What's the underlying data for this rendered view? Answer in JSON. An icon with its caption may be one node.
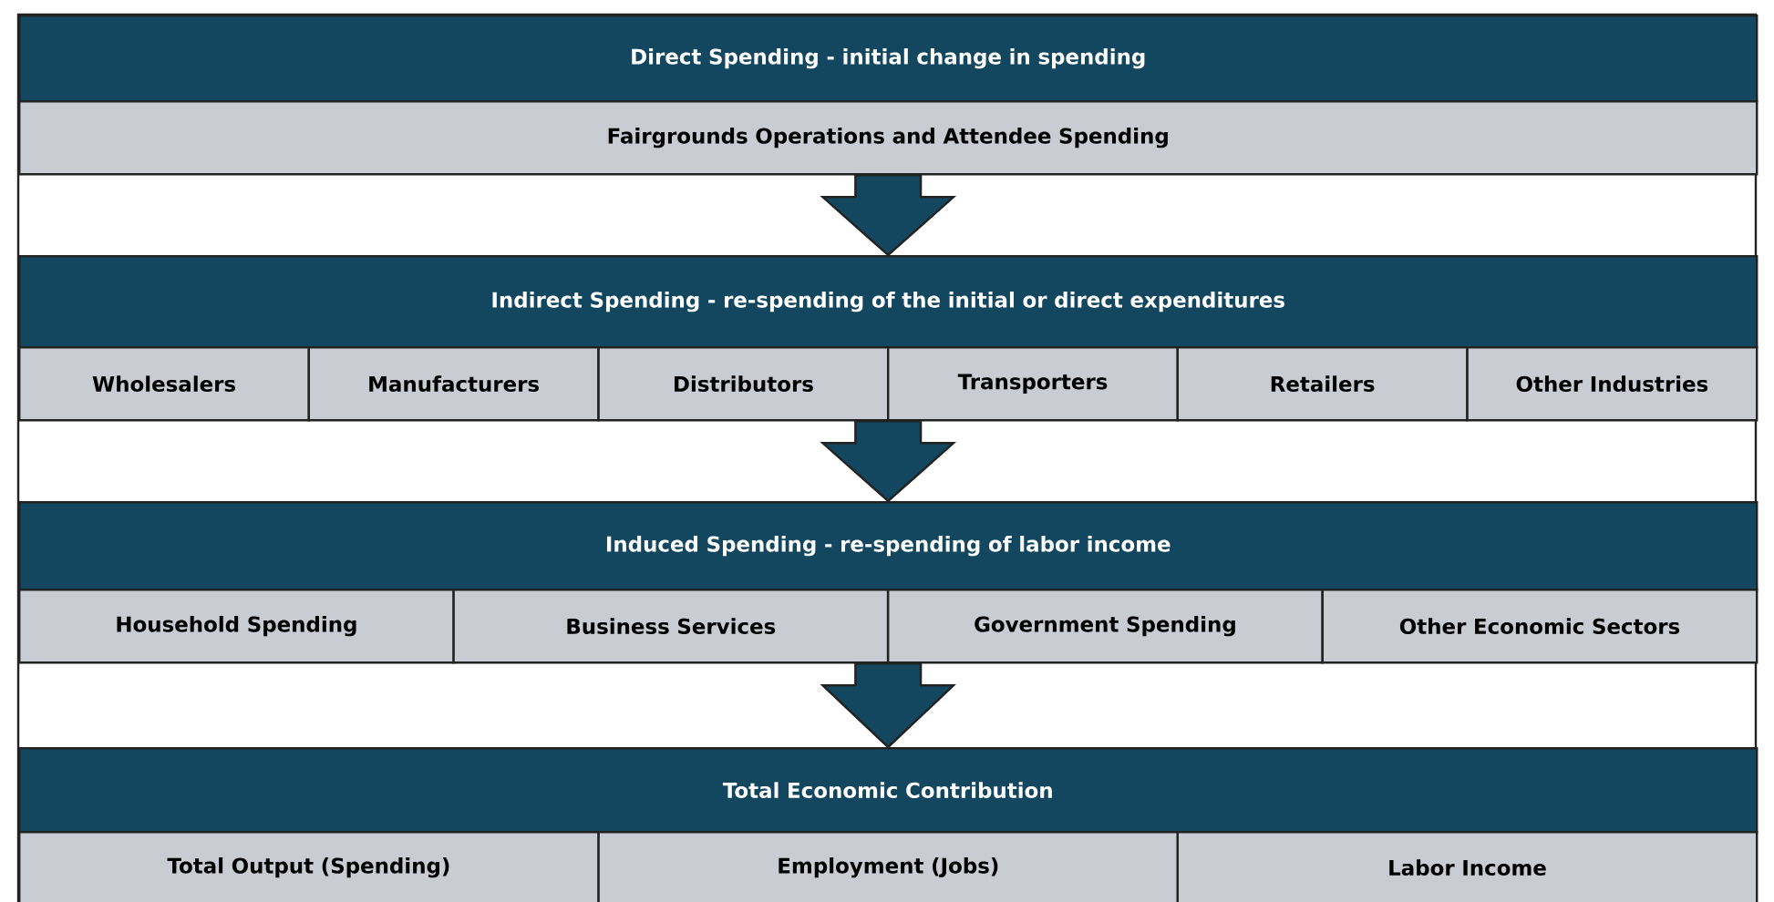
{
  "diagram": {
    "nodes": [
      {
        "text": [
          "Direct Spending - initial change in spending"
        ]
      },
      {
        "text": [
          "Fairgrounds Operations and Attendee Spending"
        ]
      },
      {
        "text": [
          "Indirect Spending - re-spending of the initial or direct expenditures"
        ]
      },
      {
        "text": [
          "Wholesalers"
        ]
      },
      {
        "text": [
          "Manufacturers"
        ]
      },
      {
        "text": [
          "Distributors"
        ]
      },
      {
        "text": [
          "Transporters"
        ]
      },
      {
        "text": [
          "Retailers"
        ]
      },
      {
        "text": [
          "Other Industries"
        ]
      },
      {
        "text": [
          "Induced Spending - re-spending of labor income"
        ]
      },
      {
        "text": [
          "Household Spending"
        ]
      },
      {
        "text": [
          "Business Services"
        ]
      },
      {
        "text": [
          "Government Spending"
        ]
      },
      {
        "text": [
          "Other Economic Sectors"
        ]
      },
      {
        "text": [
          "Total Economic Contribution"
        ]
      },
      {
        "text": [
          "Total Output (Spending)"
        ]
      },
      {
        "text": [
          "Employment (Jobs)"
        ]
      },
      {
        "text": [
          "Labor Income"
        ]
      }
    ],
    "edges": [
      {
        "from": 1,
        "to": 2,
        "arrow": "to"
      },
      {
        "from": 5,
        "to": 9,
        "arrow": "to"
      },
      {
        "from": 11,
        "to": 14,
        "arrow": "to"
      }
    ]
  }
}
